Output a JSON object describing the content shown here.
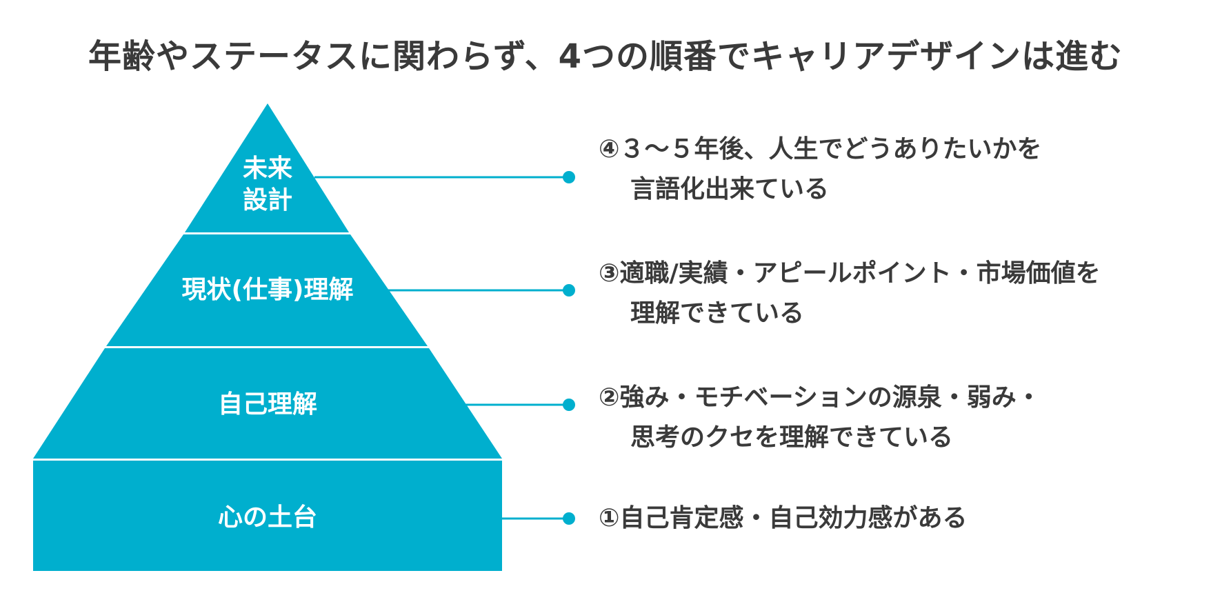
{
  "title": "年齢やステータスに関わらず、4つの順番でキャリアデザインは進む",
  "colors": {
    "pyramid": "#00afce",
    "divider": "#ffffff",
    "text": "#3a3a3a"
  },
  "tiers": [
    {
      "label_lines": [
        "未来",
        "設計"
      ],
      "desc_lines": [
        "④３～５年後、人生でどうありたいかを",
        "言語化出来ている"
      ]
    },
    {
      "label_lines": [
        "現状(仕事)理解"
      ],
      "desc_lines": [
        "③適職/実績・アピールポイント・市場価値を",
        "理解できている"
      ]
    },
    {
      "label_lines": [
        "自己理解"
      ],
      "desc_lines": [
        "②強み・モチベーションの源泉・弱み・",
        "思考のクセを理解できている"
      ]
    },
    {
      "label_lines": [
        "心の土台"
      ],
      "desc_lines": [
        "①自己肯定感・自己効力感がある"
      ]
    }
  ]
}
